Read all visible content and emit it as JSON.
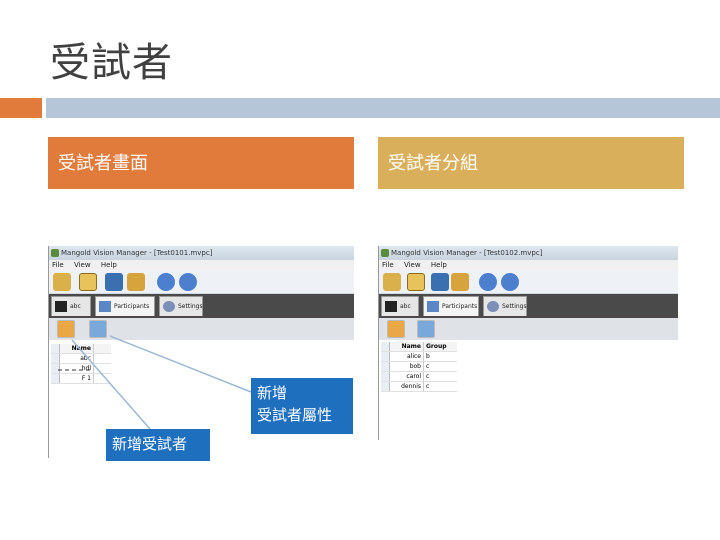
{
  "slide": {
    "title": "受試者",
    "accent_colors": {
      "orange": "#E07B3C",
      "blue_bar": "#B5C6D9",
      "gold": "#D9AF5C",
      "callout": "#1F6FBF"
    }
  },
  "left_panel": {
    "header": "受試者畫面",
    "window_title": "Mangold Vision Manager - [Test0101.mvpc]",
    "menu": [
      "File",
      "View",
      "Help"
    ],
    "tabs": [
      {
        "label": "abc",
        "icon": "tag-icon"
      },
      {
        "label": "Participants",
        "icon": "participants-icon"
      },
      {
        "label": "Settings",
        "icon": "settings-icon"
      }
    ],
    "grid": {
      "column_header": "Name",
      "rows": [
        "abc",
        "hdl",
        "F 1"
      ]
    }
  },
  "right_panel": {
    "header": "受試者分組",
    "window_title": "Mangold Vision Manager - [Test0102.mvpc]",
    "menu": [
      "File",
      "View",
      "Help"
    ],
    "tabs": [
      {
        "label": "abc",
        "icon": "tag-icon"
      },
      {
        "label": "Participants",
        "icon": "participants-icon"
      },
      {
        "label": "Settings",
        "icon": "settings-icon"
      }
    ],
    "grid": {
      "columns": [
        "Name",
        "Group"
      ],
      "rows": [
        {
          "name": "alice",
          "group": "b"
        },
        {
          "name": "bob",
          "group": "c"
        },
        {
          "name": "carol",
          "group": "c"
        },
        {
          "name": "dennis",
          "group": "c"
        }
      ]
    }
  },
  "callouts": {
    "add_attribute": {
      "line1": "新增",
      "line2": "受試者屬性"
    },
    "add_participant": "新增受試者"
  }
}
